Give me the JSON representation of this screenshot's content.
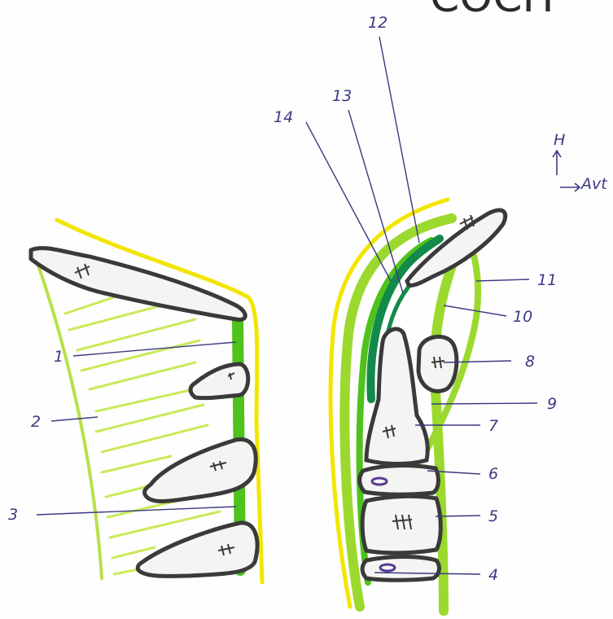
{
  "top_heading_fragment": "COCH",
  "orientation": {
    "up_label": "H",
    "anterior_label": "Avt"
  },
  "labels": {
    "l1": "1",
    "l2": "2",
    "l3": "3",
    "l4": "4",
    "l5": "5",
    "l6": "6",
    "l7": "7",
    "l8": "8",
    "l9": "9",
    "l10": "10",
    "l11": "11",
    "l12": "12",
    "l13": "13",
    "l14": "14"
  },
  "colors": {
    "yellow_outline": "#f2e600",
    "light_green": "#9bd92e",
    "mid_green": "#4fc21c",
    "dark_green": "#138a4a",
    "hatch_green": "#c8ea5a",
    "bone_outline": "#3a3a3a",
    "pen_blue": "#3a3a82"
  }
}
